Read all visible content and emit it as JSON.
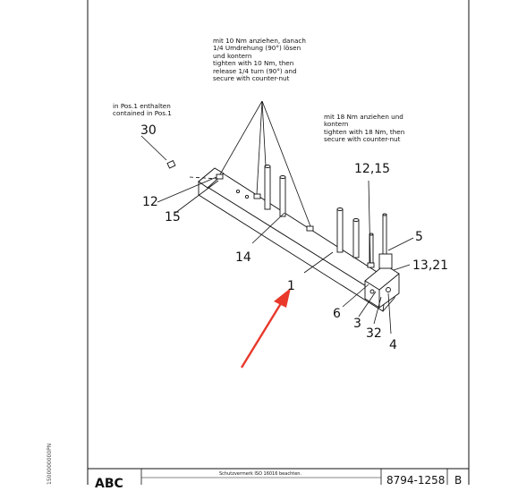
{
  "drawing": {
    "note_top": "mit 10 Nm anziehen, danach\n1/4 Umdrehung (90°) lösen\nund kontern\ntighten with 10 Nm, then\nrelease 1/4 turn (90°) and\nsecure with counter-nut",
    "note_left": "in Pos.1 enthalten\ncontained in Pos.1",
    "note_right": "mit 18 Nm anziehen und\nkontern\ntighten with 18 Nm, then\nsecure with counter-nut",
    "callouts": {
      "c30": "30",
      "c12": "12",
      "c15": "15",
      "c14": "14",
      "c1": "1",
      "c12_15": "12,15",
      "c5": "5",
      "c13_21": "13,21",
      "c6": "6",
      "c3": "3",
      "c32": "32",
      "c4": "4"
    },
    "arrow_color": "#e8392b"
  },
  "side_code": "1500000000PN",
  "title_block": {
    "protection_note": "Schutzvermerk ISO 16016 beachten.",
    "drawing_number": "8794-1258",
    "revision": "B",
    "logo_text": "ABC"
  }
}
